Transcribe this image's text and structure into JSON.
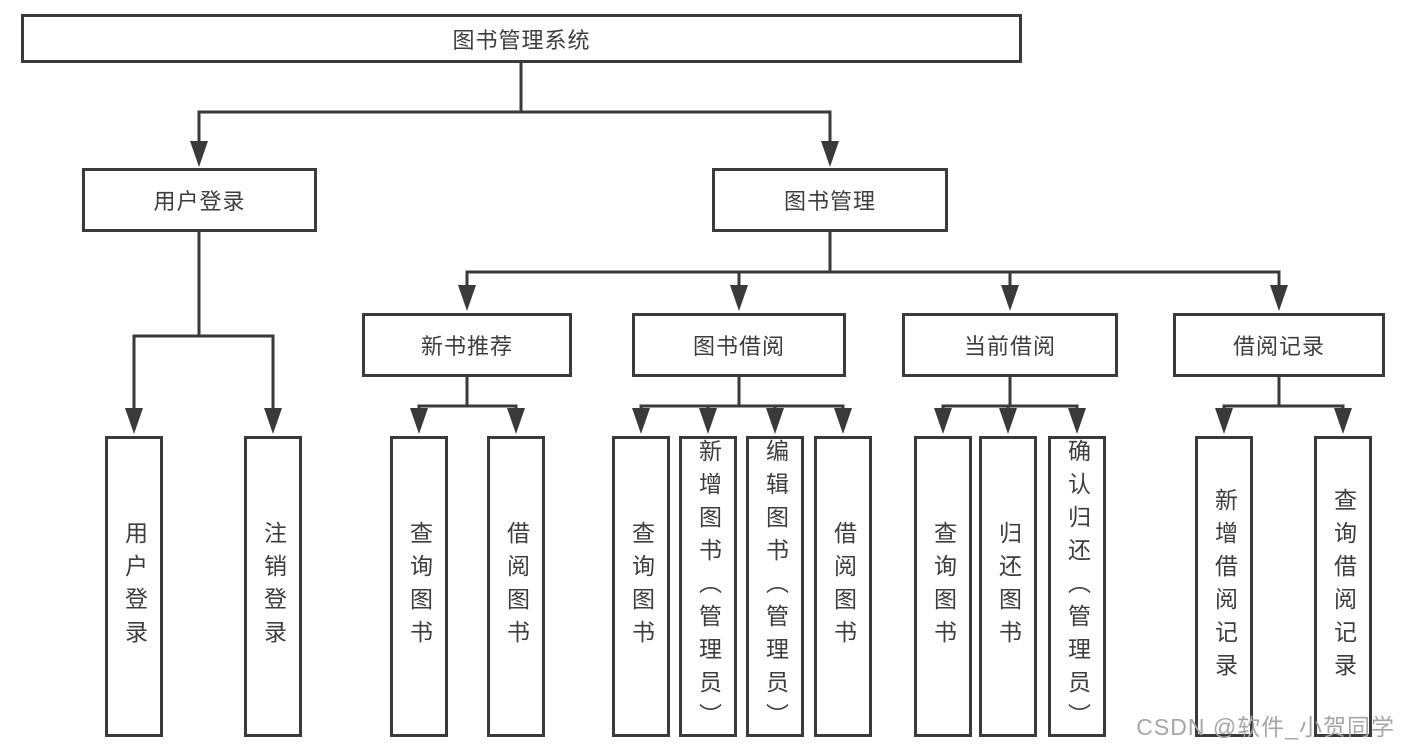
{
  "diagram": {
    "root": {
      "label": "图书管理系统"
    },
    "level2": [
      {
        "label": "用户登录"
      },
      {
        "label": "图书管理"
      }
    ],
    "level3": [
      {
        "label": "新书推荐"
      },
      {
        "label": "图书借阅"
      },
      {
        "label": "当前借阅"
      },
      {
        "label": "借阅记录"
      }
    ],
    "leaves": [
      {
        "label": "用户登录"
      },
      {
        "label": "注销登录"
      },
      {
        "label": "查询图书"
      },
      {
        "label": "借阅图书"
      },
      {
        "label": "查询图书"
      },
      {
        "label": "新增图书（管理员）"
      },
      {
        "label": "编辑图书（管理员）"
      },
      {
        "label": "借阅图书"
      },
      {
        "label": "查询图书"
      },
      {
        "label": "归还图书"
      },
      {
        "label": "确认归还（管理员）"
      },
      {
        "label": "新增借阅记录"
      },
      {
        "label": "查询借阅记录"
      }
    ]
  },
  "watermark": "CSDN @软件_小贺同学",
  "colors": {
    "line": "#3a3a3a",
    "text": "#3d3d3d",
    "watermark": "#a6a6a6",
    "background": "#ffffff"
  }
}
